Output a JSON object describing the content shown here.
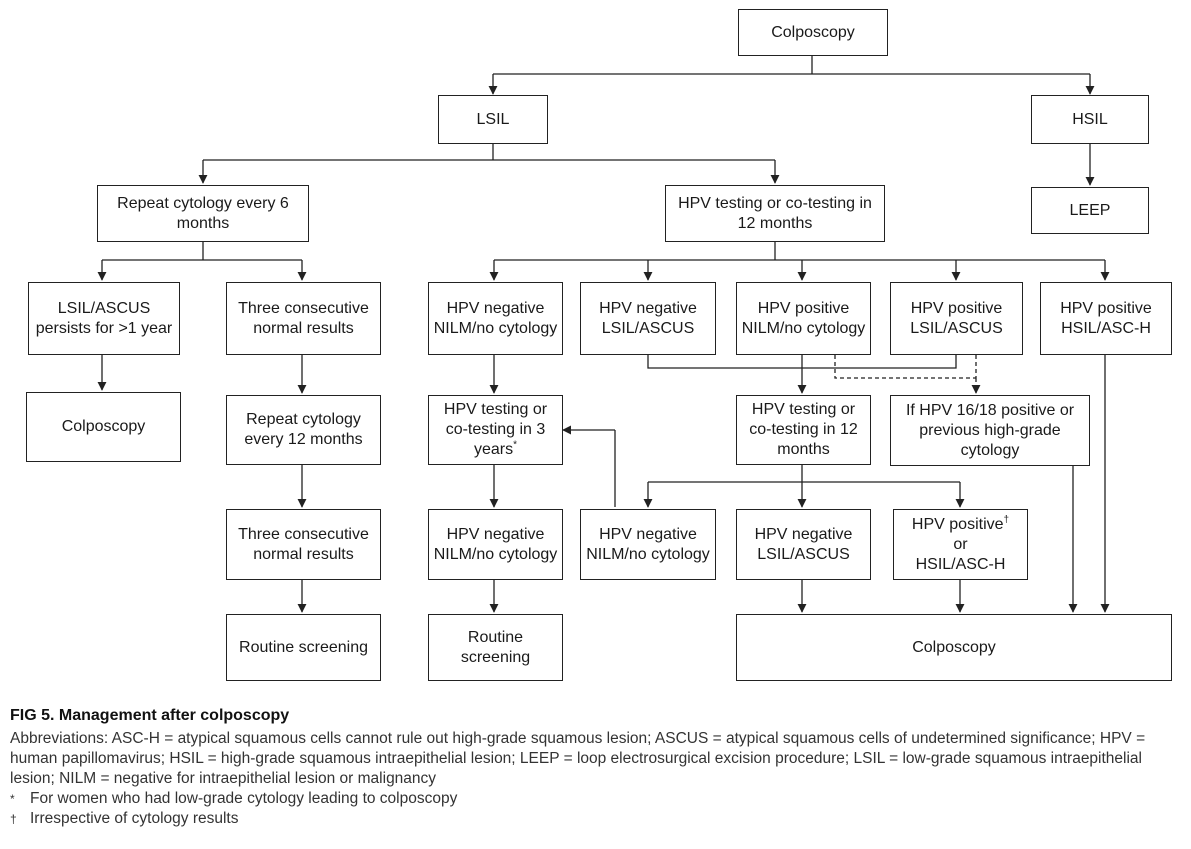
{
  "nodes": {
    "colposcopy_top": "Colposcopy",
    "lsil": "LSIL",
    "hsil": "HSIL",
    "leep": "LEEP",
    "repeat_cyto_6": "Repeat cytology every 6 months",
    "hpv_testing_12": "HPV testing or co-testing in 12 months",
    "lsil_persists": "LSIL/ASCUS persists for >1 year",
    "three_normal_1": "Three consecutive normal results",
    "hpv_neg_nilm_1": "HPV negative NILM/no cytology",
    "hpv_neg_lsil_1": "HPV negative LSIL/ASCUS",
    "hpv_pos_nilm": "HPV positive NILM/no cytology",
    "hpv_pos_lsil": "HPV positive LSIL/ASCUS",
    "hpv_pos_hsil": "HPV positive HSIL/ASC-H",
    "colposcopy_left": "Colposcopy",
    "repeat_cyto_12": "Repeat cytology every 12 months",
    "hpv_testing_3y": "HPV testing or co-testing in 3 years",
    "hpv_testing_12b": "HPV testing or co-testing in 12 months",
    "if_hpv_1618": "If HPV 16/18 positive or previous high-grade cytology",
    "three_normal_2": "Three consecutive normal results",
    "hpv_neg_nilm_2": "HPV negative NILM/no cytology",
    "hpv_neg_nilm_3": "HPV negative NILM/no cytology",
    "hpv_neg_lsil_2": "HPV negative LSIL/ASCUS",
    "hpv_pos_or_a": "HPV positive",
    "hpv_pos_or_b": "or",
    "hpv_pos_or_c": "HSIL/ASC-H",
    "routine_1": "Routine screening",
    "routine_2": "Routine screening",
    "colposcopy_bottom": "Colposcopy",
    "star": "*",
    "dagger": "†"
  },
  "caption": {
    "title": "FIG 5. Management after colposcopy",
    "abbreviations": "Abbreviations: ASC-H = atypical squamous cells cannot rule out high-grade squamous lesion; ASCUS = atypical squamous cells of undetermined significance; HPV = human papillomavirus; HSIL = high-grade squamous intraepithelial lesion; LEEP = loop electrosurgical excision procedure; LSIL = low-grade squamous intraepithelial lesion; NILM = negative for intraepithelial lesion or malignancy",
    "footnote1_mark": "*",
    "footnote1": "For women who had low-grade cytology leading to colposcopy",
    "footnote2_mark": "†",
    "footnote2": "Irrespective of cytology results"
  }
}
